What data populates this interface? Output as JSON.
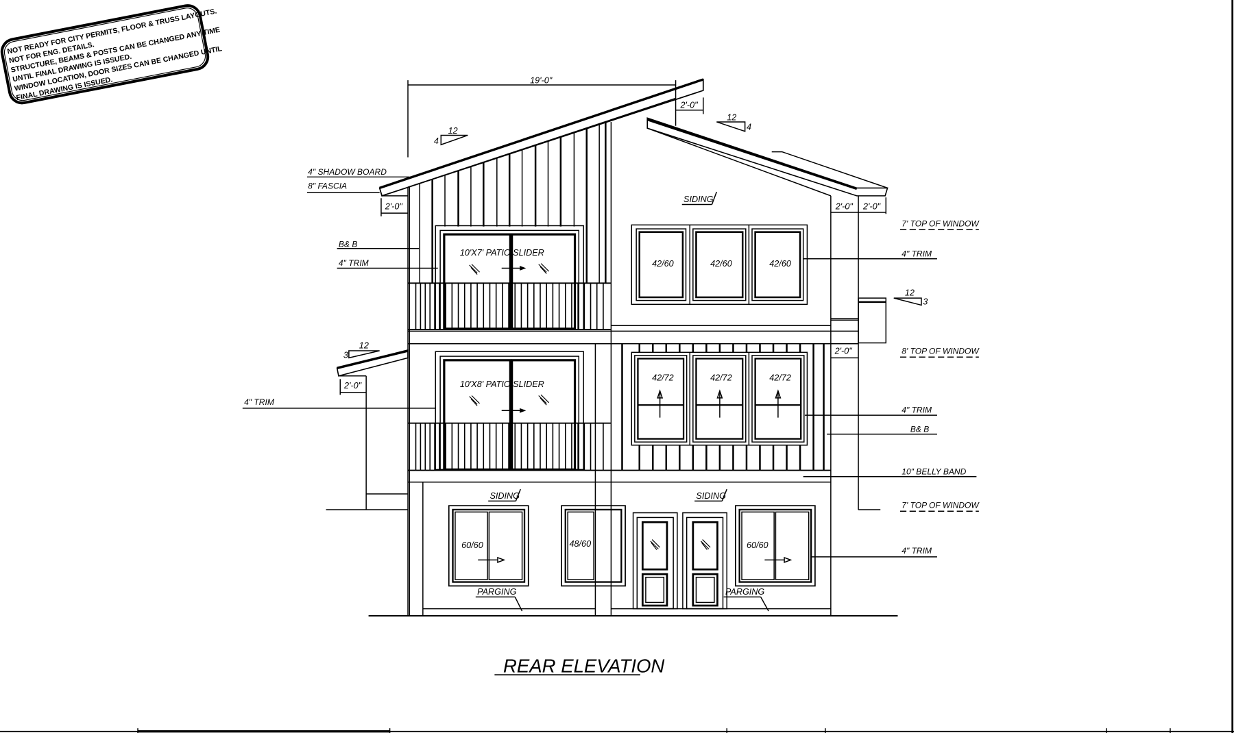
{
  "stamp": {
    "lines": [
      "NOT READY FOR CITY PERMITS, FLOOR & TRUSS LAYOUTS.",
      "NOT FOR ENG. DETAILS.",
      "STRUCTURE, BEAMS & POSTS CAN BE CHANGED ANY TIME",
      "UNTIL FINAL DRAWING IS ISSUED.",
      "WINDOW LOCATION, DOOR SIZES CAN BE CHANGED UNTIL",
      "FINAL DRAWING IS ISSUED."
    ]
  },
  "title": "REAR ELEVATION",
  "dimensions": {
    "overall_width": "19'-0\"",
    "overhang": "2'-0\""
  },
  "pitches": {
    "main_left": {
      "rise": "4",
      "run": "12"
    },
    "main_right": {
      "rise": "4",
      "run": "12"
    },
    "side_right": {
      "rise": "3",
      "run": "12"
    },
    "lower_left": {
      "rise": "3",
      "run": "12"
    }
  },
  "labels_left": {
    "shadow_board": "4\" SHADOW BOARD",
    "fascia": "8\" FASCIA",
    "bb": "B& B",
    "trim_upper": "4\" TRIM",
    "trim_lower": "4\" TRIM"
  },
  "labels_right": {
    "top_window_7_upper": "7' TOP OF WINDOW",
    "trim_upper": "4\" TRIM",
    "top_window_8": "8' TOP OF WINDOW",
    "trim_mid": "4\" TRIM",
    "bb": "B& B",
    "belly_band": "10\" BELLY BAND",
    "top_window_7_lower": "7' TOP OF WINDOW",
    "trim_lower": "4\" TRIM"
  },
  "materials": {
    "siding": "SIDING",
    "parging": "PARGING"
  },
  "openings": {
    "upper_slider": "10'X7'   PATIO SLIDER",
    "mid_slider": "10'X8'   PATIO SLIDER",
    "upper_windows": [
      "42/60",
      "42/60",
      "42/60"
    ],
    "mid_windows": [
      "42/72",
      "42/72",
      "42/72"
    ],
    "lower_left_window": "60/60",
    "lower_mid_window": "48/60",
    "lower_right_window": "60/60"
  }
}
